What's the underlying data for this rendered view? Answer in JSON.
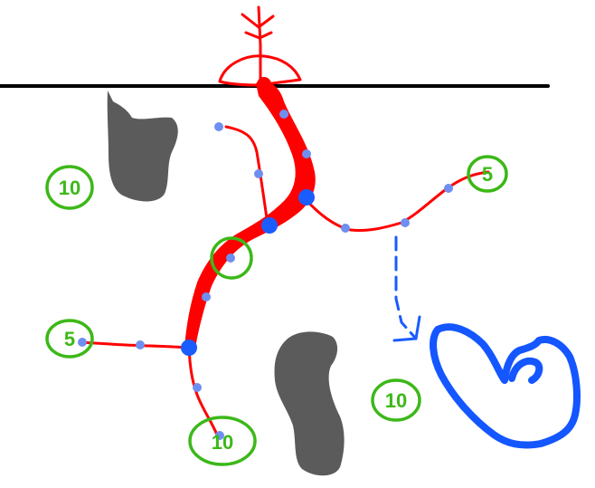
{
  "colors": {
    "background": "#ffffff",
    "ground_line": "#000000",
    "root": "#ff0000",
    "node_major": "#1b5cff",
    "node_minor": "#6f8ff0",
    "label": "#3cb818",
    "rock": "#5b5b5b",
    "hand": "#1456ff",
    "arrow": "#1a5bff"
  },
  "labels": {
    "left_top": "10",
    "right_top": "5",
    "left_mid": "5",
    "bottom_right": "10",
    "bottom_mid": "10"
  },
  "icons": {
    "plant": "plant-sprout-icon",
    "hand": "hand-icon",
    "arrow": "dashed-arrow-icon"
  }
}
